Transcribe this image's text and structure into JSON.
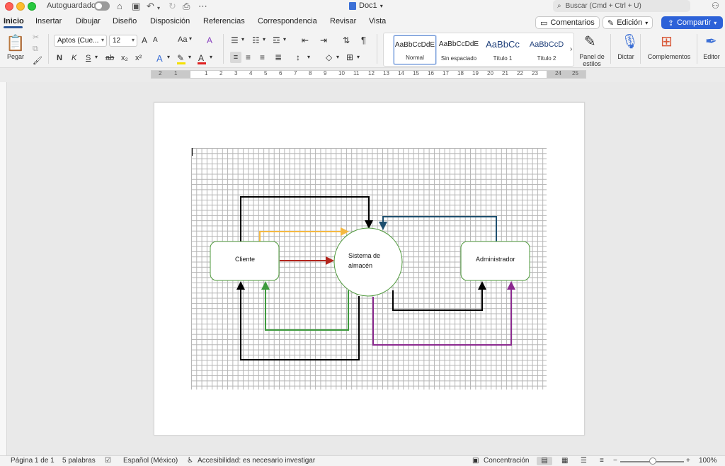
{
  "titlebar": {
    "autosave_label": "Autoguardado",
    "doc_title": "Doc1",
    "search_placeholder": "Buscar (Cmd + Ctrl + U)"
  },
  "tabs": [
    "Inicio",
    "Insertar",
    "Dibujar",
    "Diseño",
    "Disposición",
    "Referencias",
    "Correspondencia",
    "Revisar",
    "Vista"
  ],
  "header_buttons": {
    "comments": "Comentarios",
    "editing": "Edición",
    "share": "Compartir"
  },
  "ribbon": {
    "paste_label": "Pegar",
    "font_name": "Aptos (Cue...",
    "font_size": "12",
    "bold": "N",
    "italic": "K",
    "underline": "S",
    "strike": "ab",
    "subscript": "x₂",
    "superscript": "x²",
    "grow_font": "A",
    "shrink_font": "A",
    "change_case": "Aa",
    "clear_format": "A",
    "text_effects": "A",
    "font_color": "A",
    "pilcrow": "¶",
    "styles": [
      {
        "preview": "AaBbCcDdE",
        "name": "Normal"
      },
      {
        "preview": "AaBbCcDdE",
        "name": "Sin espaciado"
      },
      {
        "preview": "AaBbCc",
        "name": "Título 1"
      },
      {
        "preview": "AaBbCcD",
        "name": "Título 2"
      }
    ],
    "styles_pane": "Panel de estilos",
    "dictate": "Dictar",
    "addins": "Complementos",
    "editor": "Editor"
  },
  "ruler": {
    "numbers": [
      "2",
      "1",
      "1",
      "2",
      "3",
      "4",
      "5",
      "6",
      "7",
      "8",
      "9",
      "10",
      "11",
      "12",
      "13",
      "14",
      "15",
      "16",
      "17",
      "18",
      "19",
      "20",
      "21",
      "22",
      "23",
      "24",
      "25"
    ]
  },
  "diagram": {
    "nodes": {
      "cliente": "Cliente",
      "sistema_line1": "Sistema de",
      "sistema_line2": "almacén",
      "administrador": "Administrador"
    },
    "colors": {
      "node_border": "#4f9a3c",
      "black": "#000000",
      "orange": "#f4b942",
      "red": "#b3261e",
      "green": "#3d9a3d",
      "navy": "#1e4f6e",
      "purple": "#8b2a8f"
    }
  },
  "statusbar": {
    "page": "Página 1 de 1",
    "words": "5 palabras",
    "language": "Español (México)",
    "accessibility": "Accesibilidad: es necesario investigar",
    "focus": "Concentración",
    "zoom": "100%"
  }
}
